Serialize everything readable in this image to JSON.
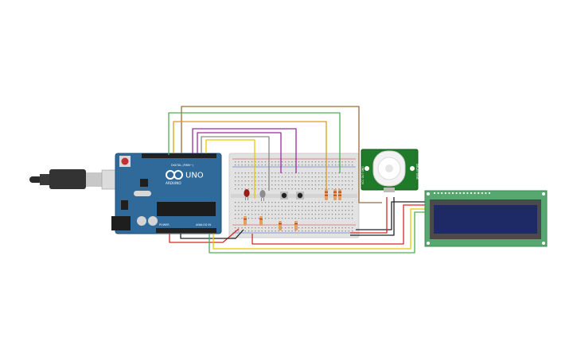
{
  "arduino": {
    "model_label": "UNO",
    "brand_label": "ARDUINO",
    "power_label": "POWER",
    "analog_label": "ANALOG IN",
    "digital_label": "DIGITAL (PWM~)"
  },
  "pir_sensor": {
    "pin_label_left": "VCC OUT GND",
    "pin_label_right": "DELAY SENS"
  },
  "colors": {
    "arduino_board": "#2f6a9a",
    "breadboard": "#e2e2e2",
    "lcd_board": "#57a870",
    "lcd_screen": "#1e2a66",
    "pir_board": "#1f7a2a",
    "wire_brown": "#9a6a3a",
    "wire_green": "#4caf50",
    "wire_orange": "#e09a1a",
    "wire_purple": "#9a2c9a",
    "wire_gray": "#8a8a8a",
    "wire_yellow": "#e8c800",
    "wire_red": "#d62828",
    "wire_black": "#222222"
  }
}
